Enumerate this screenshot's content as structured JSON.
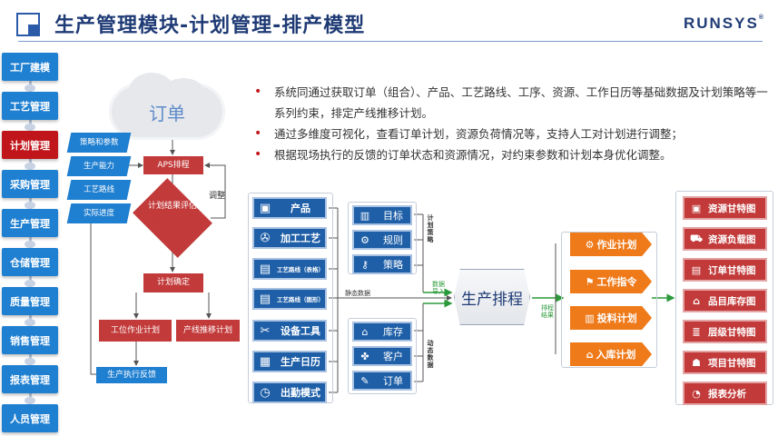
{
  "header": {
    "title": "生产管理模块-计划管理-排产模型",
    "brand": "RUNSYS"
  },
  "sidebar": {
    "items": [
      {
        "label": "工厂建模",
        "active": false
      },
      {
        "label": "工艺管理",
        "active": false
      },
      {
        "label": "计划管理",
        "active": true
      },
      {
        "label": "采购管理",
        "active": false
      },
      {
        "label": "生产管理",
        "active": false
      },
      {
        "label": "仓储管理",
        "active": false
      },
      {
        "label": "质量管理",
        "active": false
      },
      {
        "label": "销售管理",
        "active": false
      },
      {
        "label": "报表管理",
        "active": false
      },
      {
        "label": "人员管理",
        "active": false
      }
    ]
  },
  "flowchart": {
    "cloud": "订单",
    "inputs": [
      "策略和参数",
      "生产能力",
      "工艺路线",
      "实际进度"
    ],
    "aps": "APS排程",
    "decision": "计划结果评估",
    "adjust": "调整",
    "confirm": "计划确定",
    "station_plan": "工位作业计划",
    "line_plan": "产线推移计划",
    "feedback": "生产执行反馈"
  },
  "bullets": [
    "系统同通过获取订单（组合）、产品、工艺路线、工序、资源、工作日历等基础数据及计划策略等一系列约束，排定产线推移计划。",
    "通过多维度可视化，查看订单计划，资源负荷情况等，支持人工对计划进行调整；",
    "根据现场执行的反馈的订单状态和资源情况，对约束参数和计划本身优化调整。"
  ],
  "model": {
    "inputs": [
      {
        "label": "产品",
        "icon": "clipboard-icon"
      },
      {
        "label": "加工工艺",
        "icon": "film-reel-icon"
      },
      {
        "label": "工艺路线（表格）",
        "icon": "document-icon"
      },
      {
        "label": "工艺路线（图形）",
        "icon": "document-icon"
      },
      {
        "label": "设备工具",
        "icon": "tools-icon"
      },
      {
        "label": "生产日历",
        "icon": "calendar-icon"
      },
      {
        "label": "出勤模式",
        "icon": "clock-icon"
      }
    ],
    "strategy": [
      {
        "label": "目标",
        "icon": "chart-icon"
      },
      {
        "label": "规则",
        "icon": "rules-icon"
      },
      {
        "label": "策略",
        "icon": "key-icon"
      }
    ],
    "dynamic": [
      {
        "label": "库存",
        "icon": "warehouse-icon"
      },
      {
        "label": "客户",
        "icon": "handshake-icon"
      },
      {
        "label": "订单",
        "icon": "sign-icon"
      }
    ],
    "label_strategy": "计划策略",
    "label_dynamic": "动态数据",
    "label_static": "静态数据",
    "label_import": "数据导入",
    "label_result": "排程结果",
    "core": "生产排程",
    "plans": [
      "作业计划",
      "工作指令",
      "投料计划",
      "入库计划"
    ],
    "gantt": [
      {
        "label": "资源甘特图",
        "icon": "resource-icon"
      },
      {
        "label": "资源负载图",
        "icon": "truck-icon"
      },
      {
        "label": "订单甘特图",
        "icon": "order-icon"
      },
      {
        "label": "品目库存图",
        "icon": "house-icon"
      },
      {
        "label": "层级甘特图",
        "icon": "layers-icon"
      },
      {
        "label": "项目甘特图",
        "icon": "people-icon"
      },
      {
        "label": "报表分析",
        "icon": "pie-icon"
      }
    ]
  },
  "colors": {
    "blue": "#1f7fd0",
    "navy": "#1e5fa8",
    "red": "#c23a3a",
    "active": "#c0161b",
    "orange": "#ef7a1a",
    "green": "#2b9a3a"
  }
}
